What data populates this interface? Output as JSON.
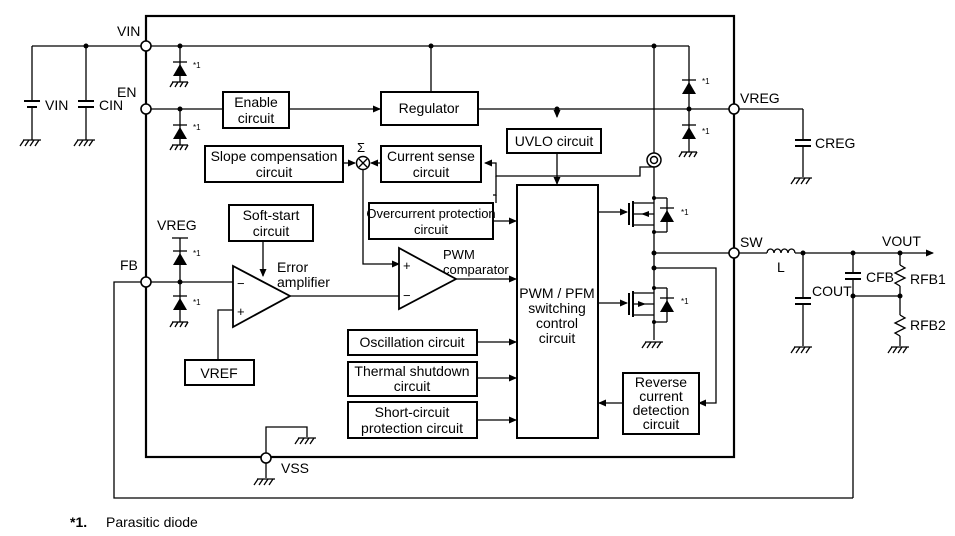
{
  "pins": {
    "vin": "VIN",
    "en": "EN",
    "fb": "FB",
    "vss": "VSS",
    "vreg": "VREG",
    "sw": "SW",
    "vreg_internal": "VREG"
  },
  "external": {
    "vin_source": "VIN",
    "cin": "CIN",
    "creg": "CREG",
    "inductor": "L",
    "cout": "COUT",
    "cfb": "CFB",
    "rfb1": "RFB1",
    "rfb2": "RFB2",
    "vout": "VOUT"
  },
  "blocks": {
    "enable": [
      "Enable",
      "circuit"
    ],
    "regulator": "Regulator",
    "uvlo": "UVLO circuit",
    "slope": [
      "Slope compensation",
      "circuit"
    ],
    "current_sense": [
      "Current sense",
      "circuit"
    ],
    "softstart": [
      "Soft-start",
      "circuit"
    ],
    "overcurrent": [
      "Overcurrent protection",
      "circuit"
    ],
    "error_amp": [
      "Error",
      "amplifier"
    ],
    "pwm_comp": [
      "PWM",
      "comparator"
    ],
    "pwm_pfm": [
      "PWM / PFM",
      "switching",
      "control",
      "circuit"
    ],
    "vref": "VREF",
    "oscillation": "Oscillation circuit",
    "thermal": [
      "Thermal shutdown",
      "circuit"
    ],
    "shortcircuit": [
      "Short-circuit",
      "protection circuit"
    ],
    "reverse": [
      "Reverse",
      "current",
      "detection",
      "circuit"
    ]
  },
  "symbols": {
    "sigma": "Σ",
    "plus": "+",
    "minus": "−"
  },
  "marks": {
    "note_ref": "*1"
  },
  "footnote": {
    "ref": "*1.",
    "text": "Parasitic diode"
  }
}
